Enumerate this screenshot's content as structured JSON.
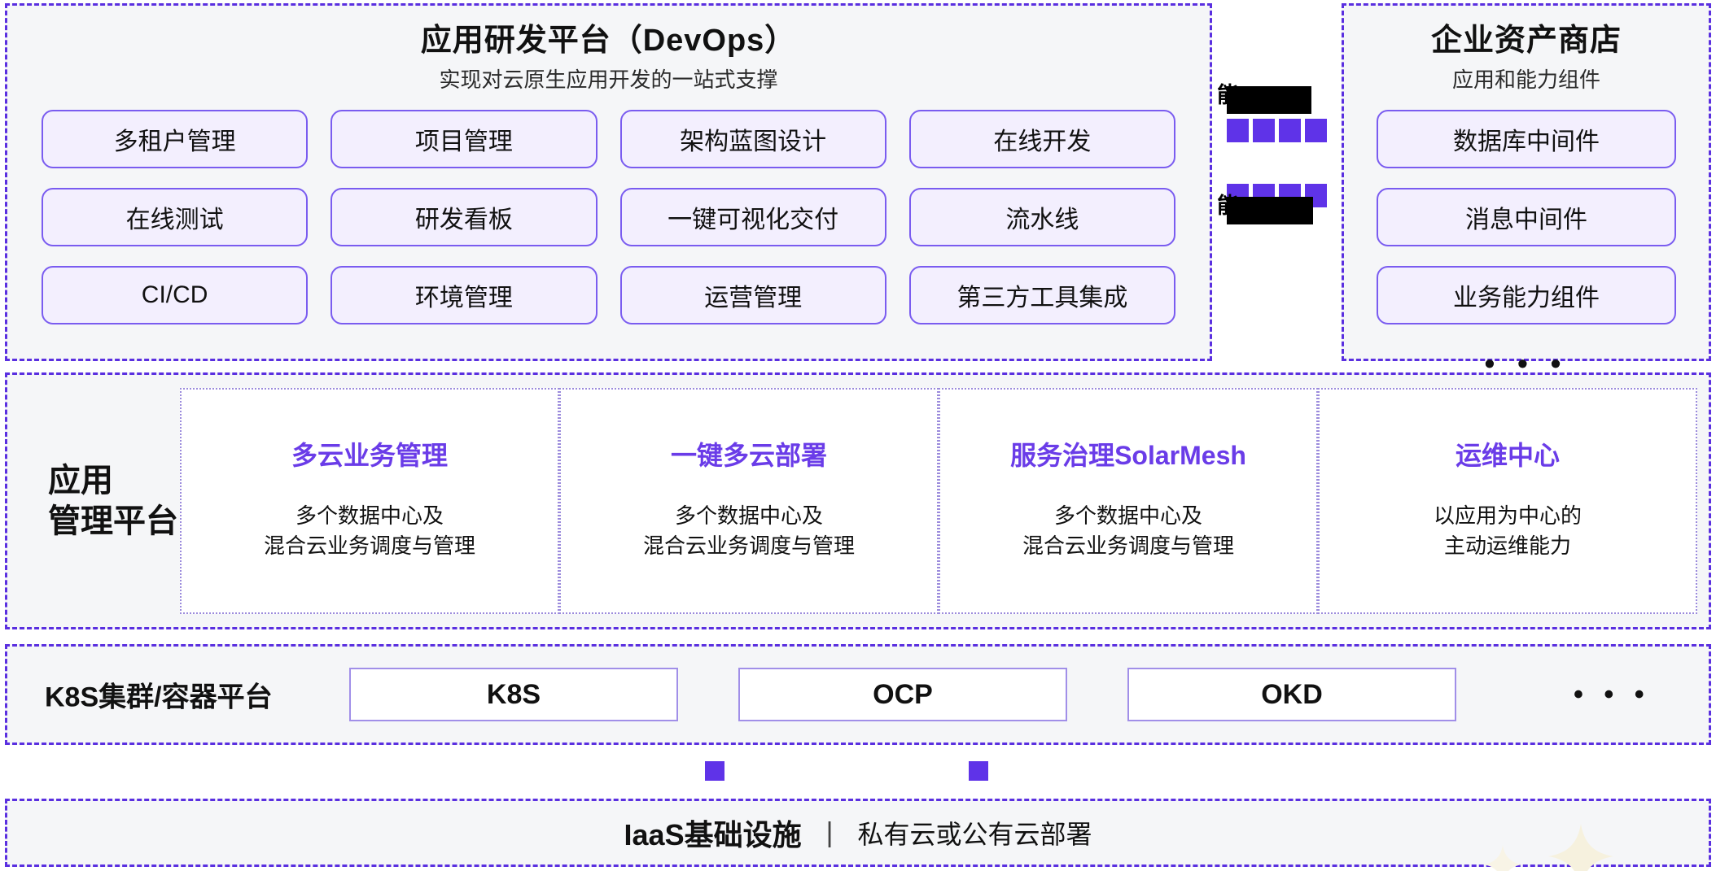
{
  "colors": {
    "accent_purple": "#5f33e8",
    "title_purple": "#6a3ce8",
    "chip_bg": "#f3effe",
    "chip_border": "#7a5cf0",
    "panel_bg": "#f5f6f8",
    "panel_border": "#5a2fe0"
  },
  "devops": {
    "title": "应用研发平台（DevOps）",
    "subtitle": "实现对云原生应用开发的一站式支撑",
    "chips": [
      "多租户管理",
      "项目管理",
      "架构蓝图设计",
      "在线开发",
      "在线测试",
      "研发看板",
      "一键可视化交付",
      "流水线",
      "CI/CD",
      "环境管理",
      "运营管理",
      "第三方工具集成"
    ]
  },
  "gutter": {
    "redacted_top_label": "能",
    "redacted_bottom_label": "能",
    "redacted": true,
    "square_rows": 2,
    "squares_per_row": 4
  },
  "asset_store": {
    "title": "企业资产商店",
    "subtitle": "应用和能力组件",
    "items": [
      "数据库中间件",
      "消息中间件",
      "业务能力组件"
    ],
    "more": "• • •"
  },
  "management": {
    "label": "应用\n管理平台",
    "cards": [
      {
        "title": "多云业务管理",
        "desc": "多个数据中心及\n混合云业务调度与管理"
      },
      {
        "title": "一键多云部署",
        "desc": "多个数据中心及\n混合云业务调度与管理"
      },
      {
        "title": "服务治理SolarMesh",
        "desc": "多个数据中心及\n混合云业务调度与管理"
      },
      {
        "title": "运维中心",
        "desc": "以应用为中心的\n主动运维能力"
      }
    ]
  },
  "k8s": {
    "label": "K8S集群/容器平台",
    "boxes": [
      "K8S",
      "OCP",
      "OKD"
    ],
    "more": "• • •"
  },
  "iaas": {
    "title": "IaaS基础设施",
    "divider": "|",
    "subtitle": "私有云或公有云部署"
  }
}
